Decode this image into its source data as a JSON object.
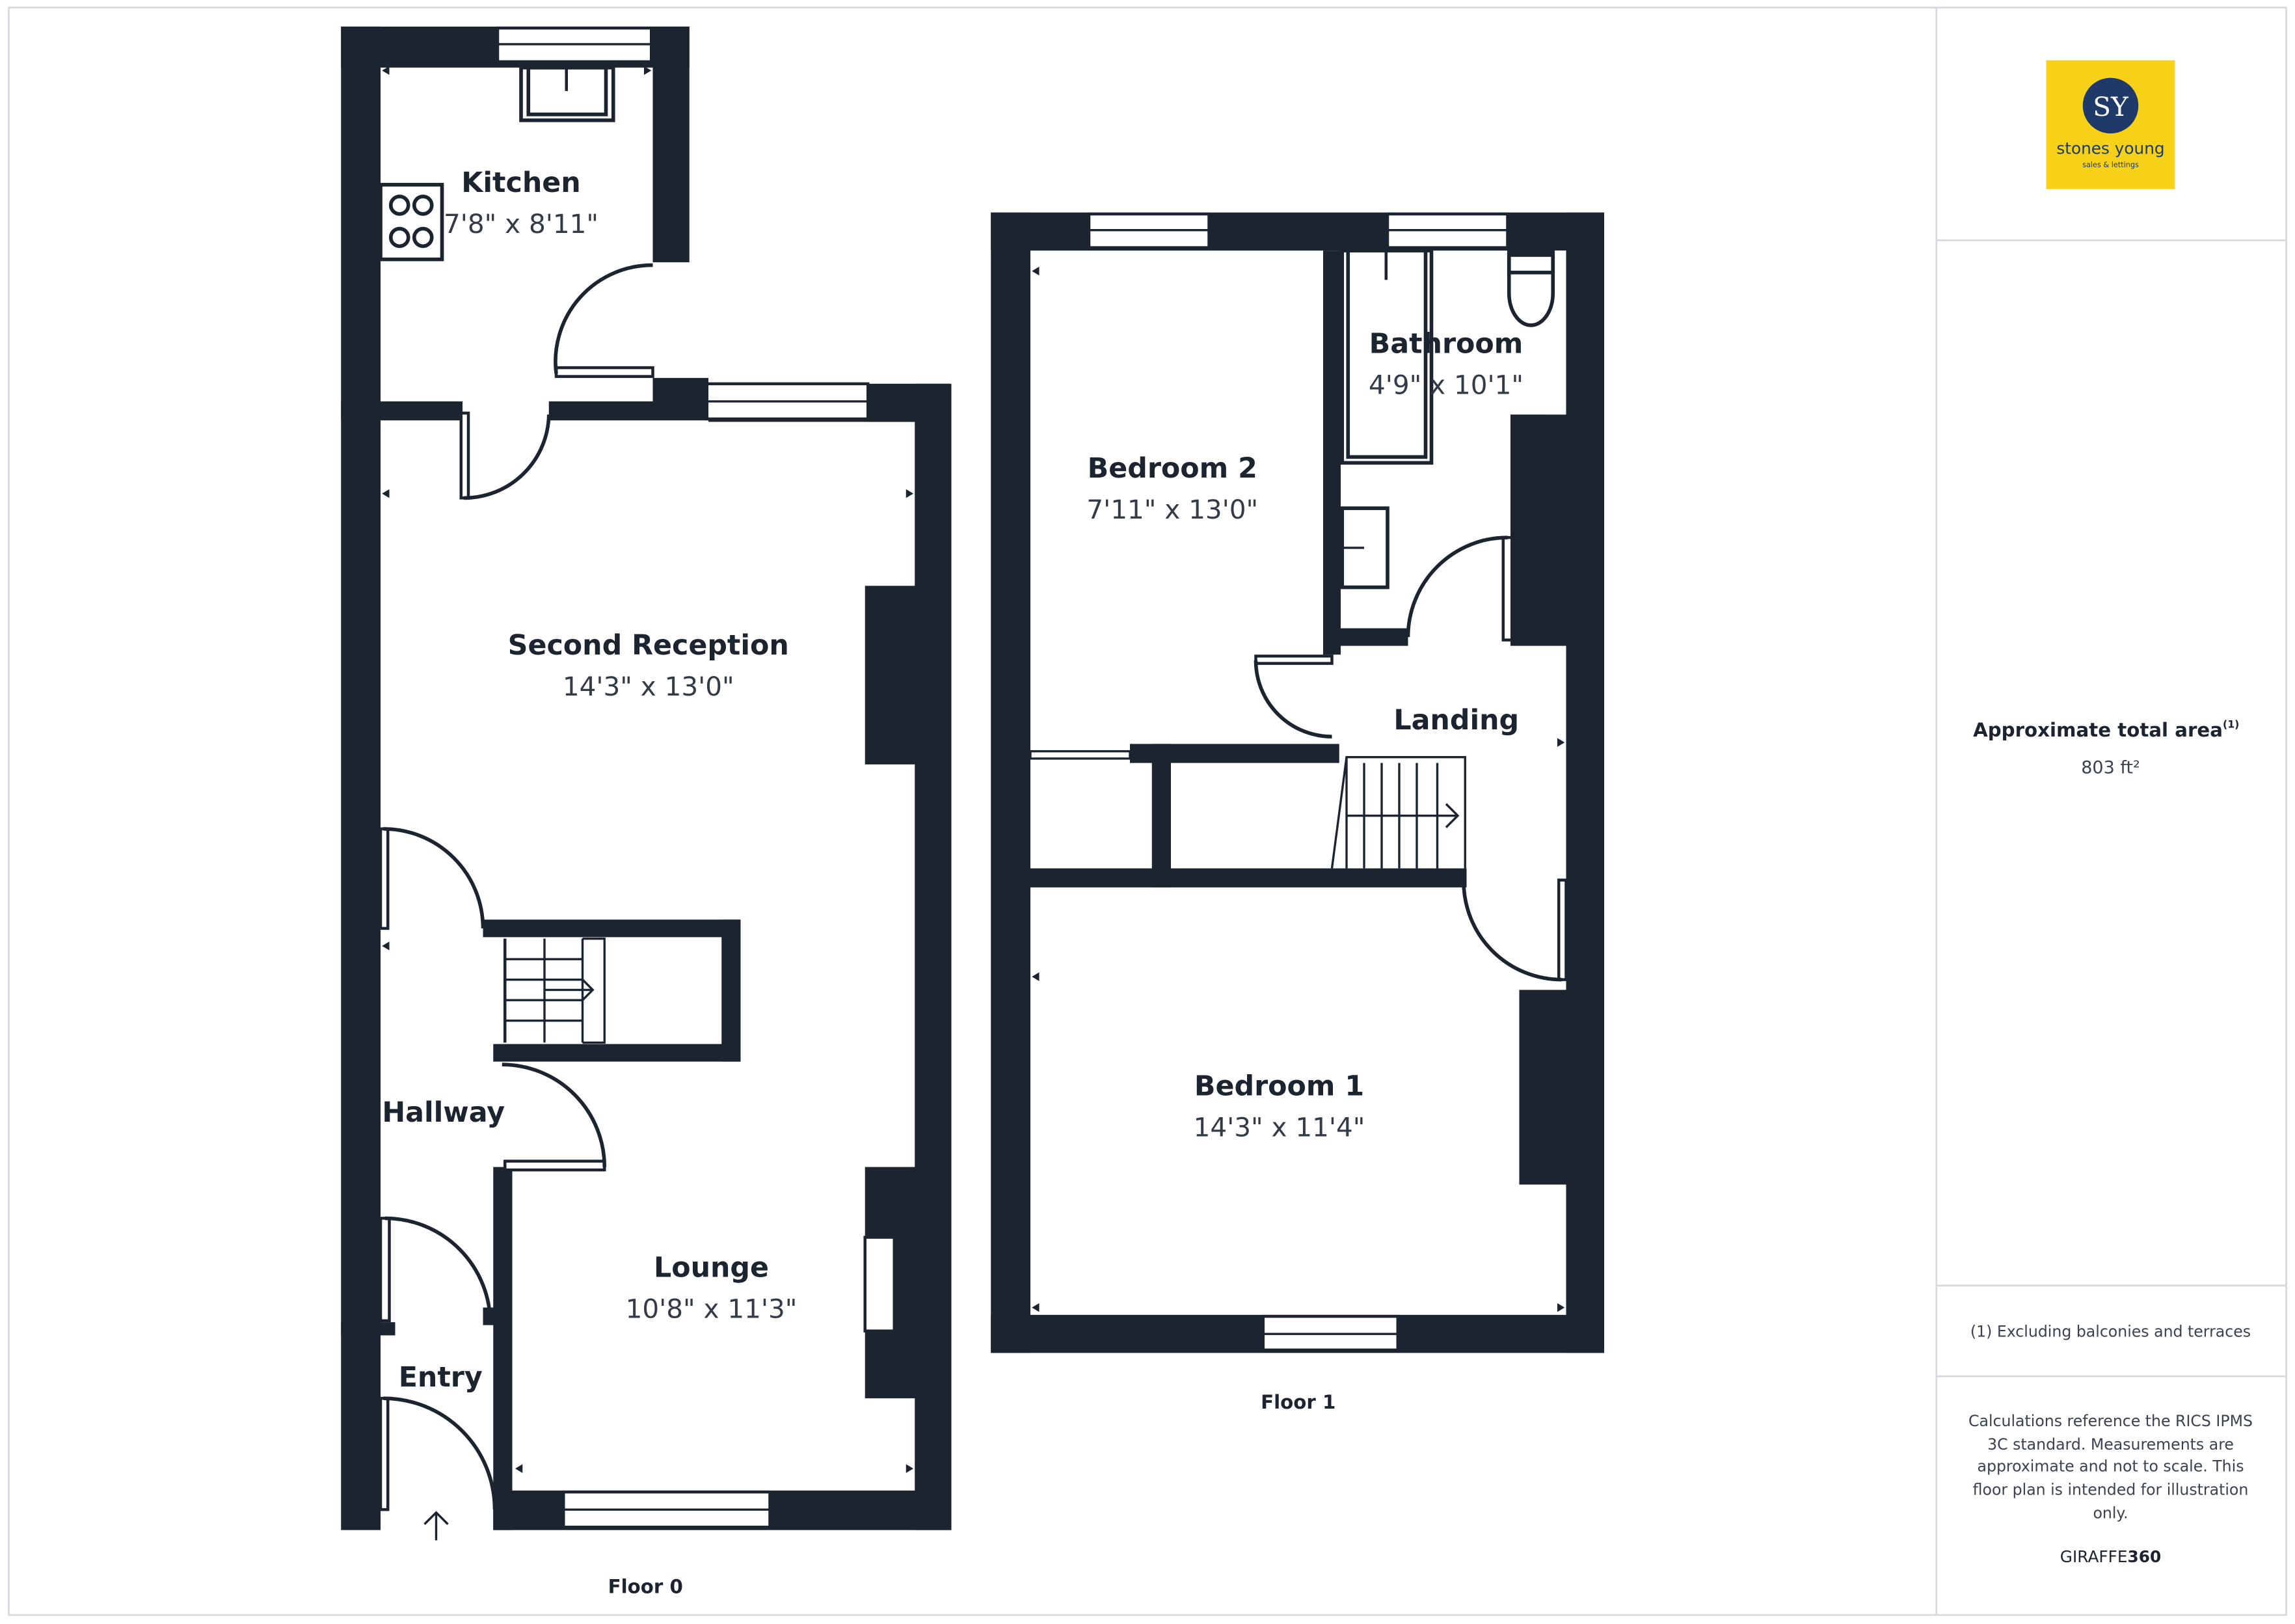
{
  "rooms": {
    "kitchen": {
      "name": "Kitchen",
      "dims": "7'8\" x 8'11\""
    },
    "second_reception": {
      "name": "Second Reception",
      "dims": "14'3\" x 13'0\""
    },
    "hallway": {
      "name": "Hallway"
    },
    "entry": {
      "name": "Entry"
    },
    "lounge": {
      "name": "Lounge",
      "dims": "10'8\" x 11'3\""
    },
    "bedroom2": {
      "name": "Bedroom 2",
      "dims": "7'11\" x 13'0\""
    },
    "bathroom": {
      "name": "Bathroom",
      "dims": "4'9\" x 10'1\""
    },
    "landing": {
      "name": "Landing"
    },
    "bedroom1": {
      "name": "Bedroom 1",
      "dims": "14'3\" x 11'4\""
    }
  },
  "floors": {
    "ground": "Floor 0",
    "first": "Floor 1"
  },
  "brand": {
    "monogram": "SY",
    "name": "stones young",
    "tagline": "sales & lettings",
    "logo_bg": "#f7d117",
    "logo_circle": "#1f3a68"
  },
  "sidebar": {
    "area_title": "Approximate total area",
    "area_note_marker": "(1)",
    "area_value": "803 ft²",
    "footnote": "(1) Excluding balconies and terraces",
    "disclaimer_lines": [
      "Calculations reference the RICS IPMS",
      "3C standard. Measurements are",
      "approximate and not to scale. This",
      "floor plan is intended for illustration",
      "only."
    ],
    "credit_light": "GIRAFFE",
    "credit_bold": "360"
  },
  "colors": {
    "wall": "#1c2430",
    "divider": "#d6d9de"
  }
}
